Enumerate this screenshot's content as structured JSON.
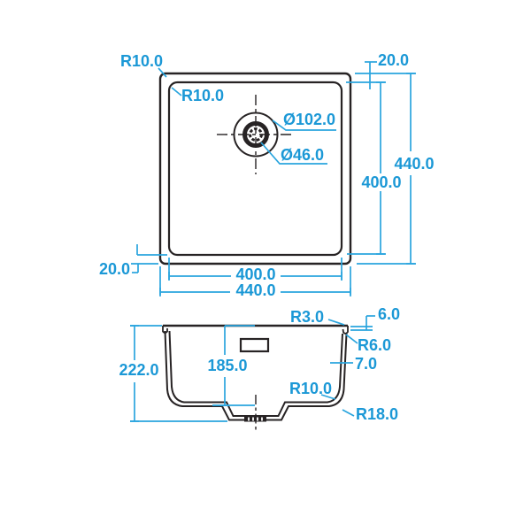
{
  "drawing": {
    "title": "sink-technical-drawing",
    "background_color": "#ffffff",
    "geometry_color": "#272324",
    "dimension_color": "#2aa5de",
    "label_color": "#1b98d6"
  },
  "top_view": {
    "labels": {
      "outer_corner_radius": "R10.0",
      "inner_corner_radius": "R10.0",
      "top_rim_offset": "20.0",
      "drain_outer_diameter": "Ø102.0",
      "drain_inner_diameter": "Ø46.0",
      "inner_height": "400.0",
      "outer_height": "440.0",
      "bottom_rim_offset": "20.0",
      "inner_width": "400.0",
      "outer_width": "440.0"
    }
  },
  "section_view": {
    "labels": {
      "rim_edge_radius": "R3.0",
      "rim_thickness": "6.0",
      "rim_inner_radius": "R6.0",
      "wall_thickness": "7.0",
      "bowl_depth": "185.0",
      "overall_depth": "222.0",
      "bottom_inner_radius": "R10.0",
      "bottom_outer_radius": "R18.0"
    }
  }
}
